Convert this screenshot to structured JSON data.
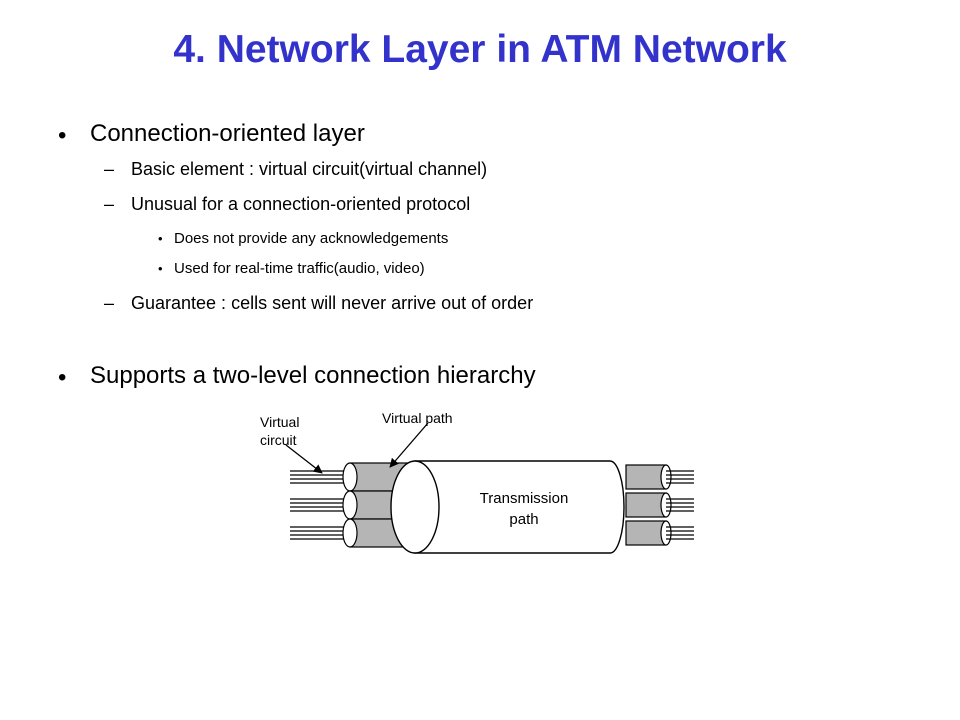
{
  "slide": {
    "title": "4. Network Layer in ATM Network",
    "accent_color": "#3333CC"
  },
  "bullets": [
    {
      "text": "Connection-oriented layer",
      "marker": "•",
      "sub": [
        {
          "marker": "–",
          "text": "Basic element : virtual circuit(virtual channel)"
        },
        {
          "marker": "–",
          "text": "Unusual for a connection-oriented protocol"
        },
        {
          "marker": "•",
          "text": "Does not provide any acknowledgements"
        },
        {
          "marker": "•",
          "text": "Used for real-time traffic(audio, video)"
        },
        {
          "marker": "–",
          "text": "Guarantee : cells sent will never arrive out of order"
        }
      ]
    },
    {
      "text": "Supports a two-level connection hierarchy",
      "marker": "•"
    }
  ],
  "diagram": {
    "label_virtual_circuit_line1": "Virtual",
    "label_virtual_circuit_line2": "circuit",
    "label_virtual_path": "Virtual path",
    "label_transmission_line1": "Transmission",
    "label_transmission_line2": "path"
  }
}
